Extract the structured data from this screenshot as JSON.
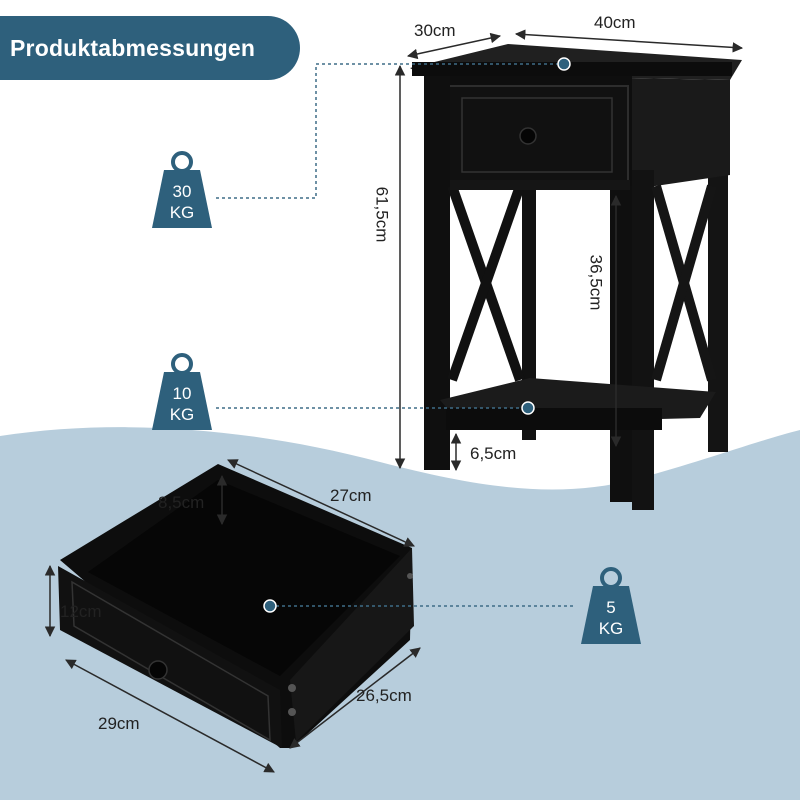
{
  "title": "Produktabmessungen",
  "colors": {
    "accent": "#2e607c",
    "background_wave": "#b7cddc",
    "furniture": "#0d0d0d",
    "dimension_line": "#2a2a2a"
  },
  "table": {
    "depth": "30cm",
    "width": "40cm",
    "height": "61,5cm",
    "clearance": "36,5cm",
    "leg_height": "6,5cm"
  },
  "drawer": {
    "inner_height": "8,5cm",
    "inner_depth": "27cm",
    "front_height": "12cm",
    "front_width": "29cm",
    "side_depth": "26,5cm"
  },
  "loads": {
    "tabletop": {
      "value": "30",
      "unit": "KG",
      "icon": "weight-icon"
    },
    "shelf": {
      "value": "10",
      "unit": "KG",
      "icon": "weight-icon"
    },
    "drawer": {
      "value": "5",
      "unit": "KG",
      "icon": "weight-icon"
    }
  }
}
